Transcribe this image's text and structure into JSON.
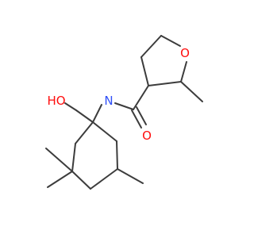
{
  "labels": {
    "ring_oxygen": "O",
    "amide_nitrogen": "N",
    "hydroxyl": "HO",
    "carbonyl_oxygen": "O"
  },
  "colors": {
    "bond": "#3c3c3c",
    "oxygen": "#ff0d0d",
    "nitrogen": "#3050f8",
    "background": "#ffffff"
  }
}
